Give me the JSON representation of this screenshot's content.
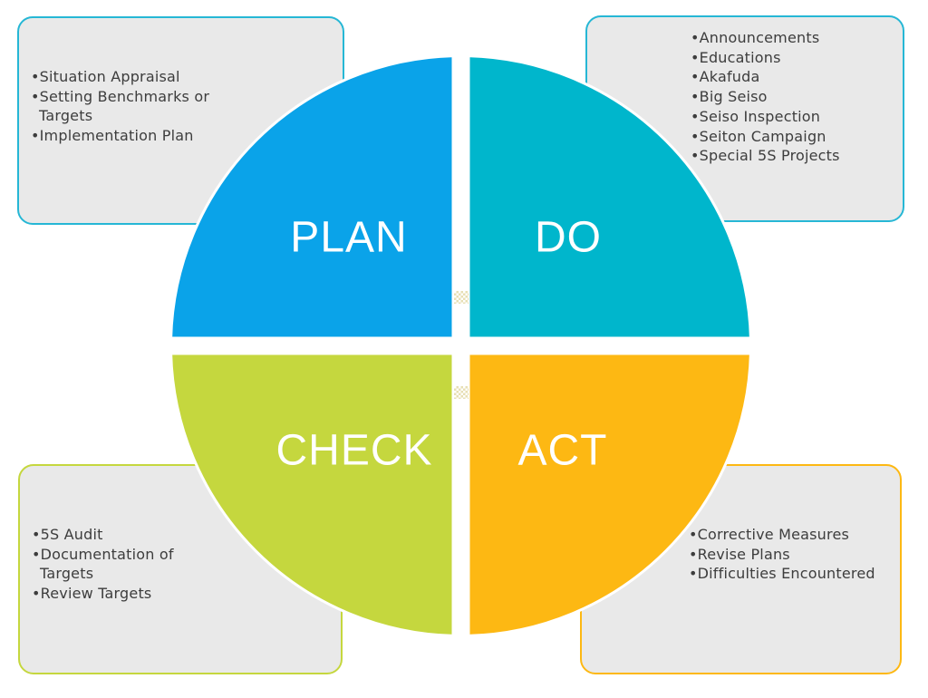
{
  "diagram": {
    "type": "pdca-cycle",
    "quadrants": [
      {
        "id": "plan",
        "label": "PLAN",
        "color": "#0aa3e9"
      },
      {
        "id": "do",
        "label": "DO",
        "color": "#00b6cc"
      },
      {
        "id": "check",
        "label": "CHECK",
        "color": "#c5d73e"
      },
      {
        "id": "act",
        "label": "ACT",
        "color": "#fdb813"
      }
    ],
    "boxes": {
      "plan": {
        "border_color": "#26b7d5",
        "items": [
          "Situation Appraisal",
          "Setting Benchmarks or Targets",
          "Implementation Plan"
        ]
      },
      "do": {
        "border_color": "#26b7d5",
        "items": [
          "Announcements",
          "Educations",
          "Akafuda",
          "Big Seiso",
          "Seiso Inspection",
          "Seiton Campaign",
          "Special 5S Projects"
        ]
      },
      "check": {
        "border_color": "#c5d73e",
        "items": [
          "5S Audit",
          "Documentation of Targets",
          "Review Targets"
        ]
      },
      "act": {
        "border_color": "#fdb813",
        "items": [
          "Corrective Measures",
          "Revise Plans",
          "Difficulties Encountered"
        ]
      }
    },
    "colors": {
      "box_fill": "#e9e9e9",
      "text": "#3d3d3d",
      "label_text": "#ffffff",
      "background": "#ffffff",
      "watermark": "#e6ddb0"
    }
  }
}
